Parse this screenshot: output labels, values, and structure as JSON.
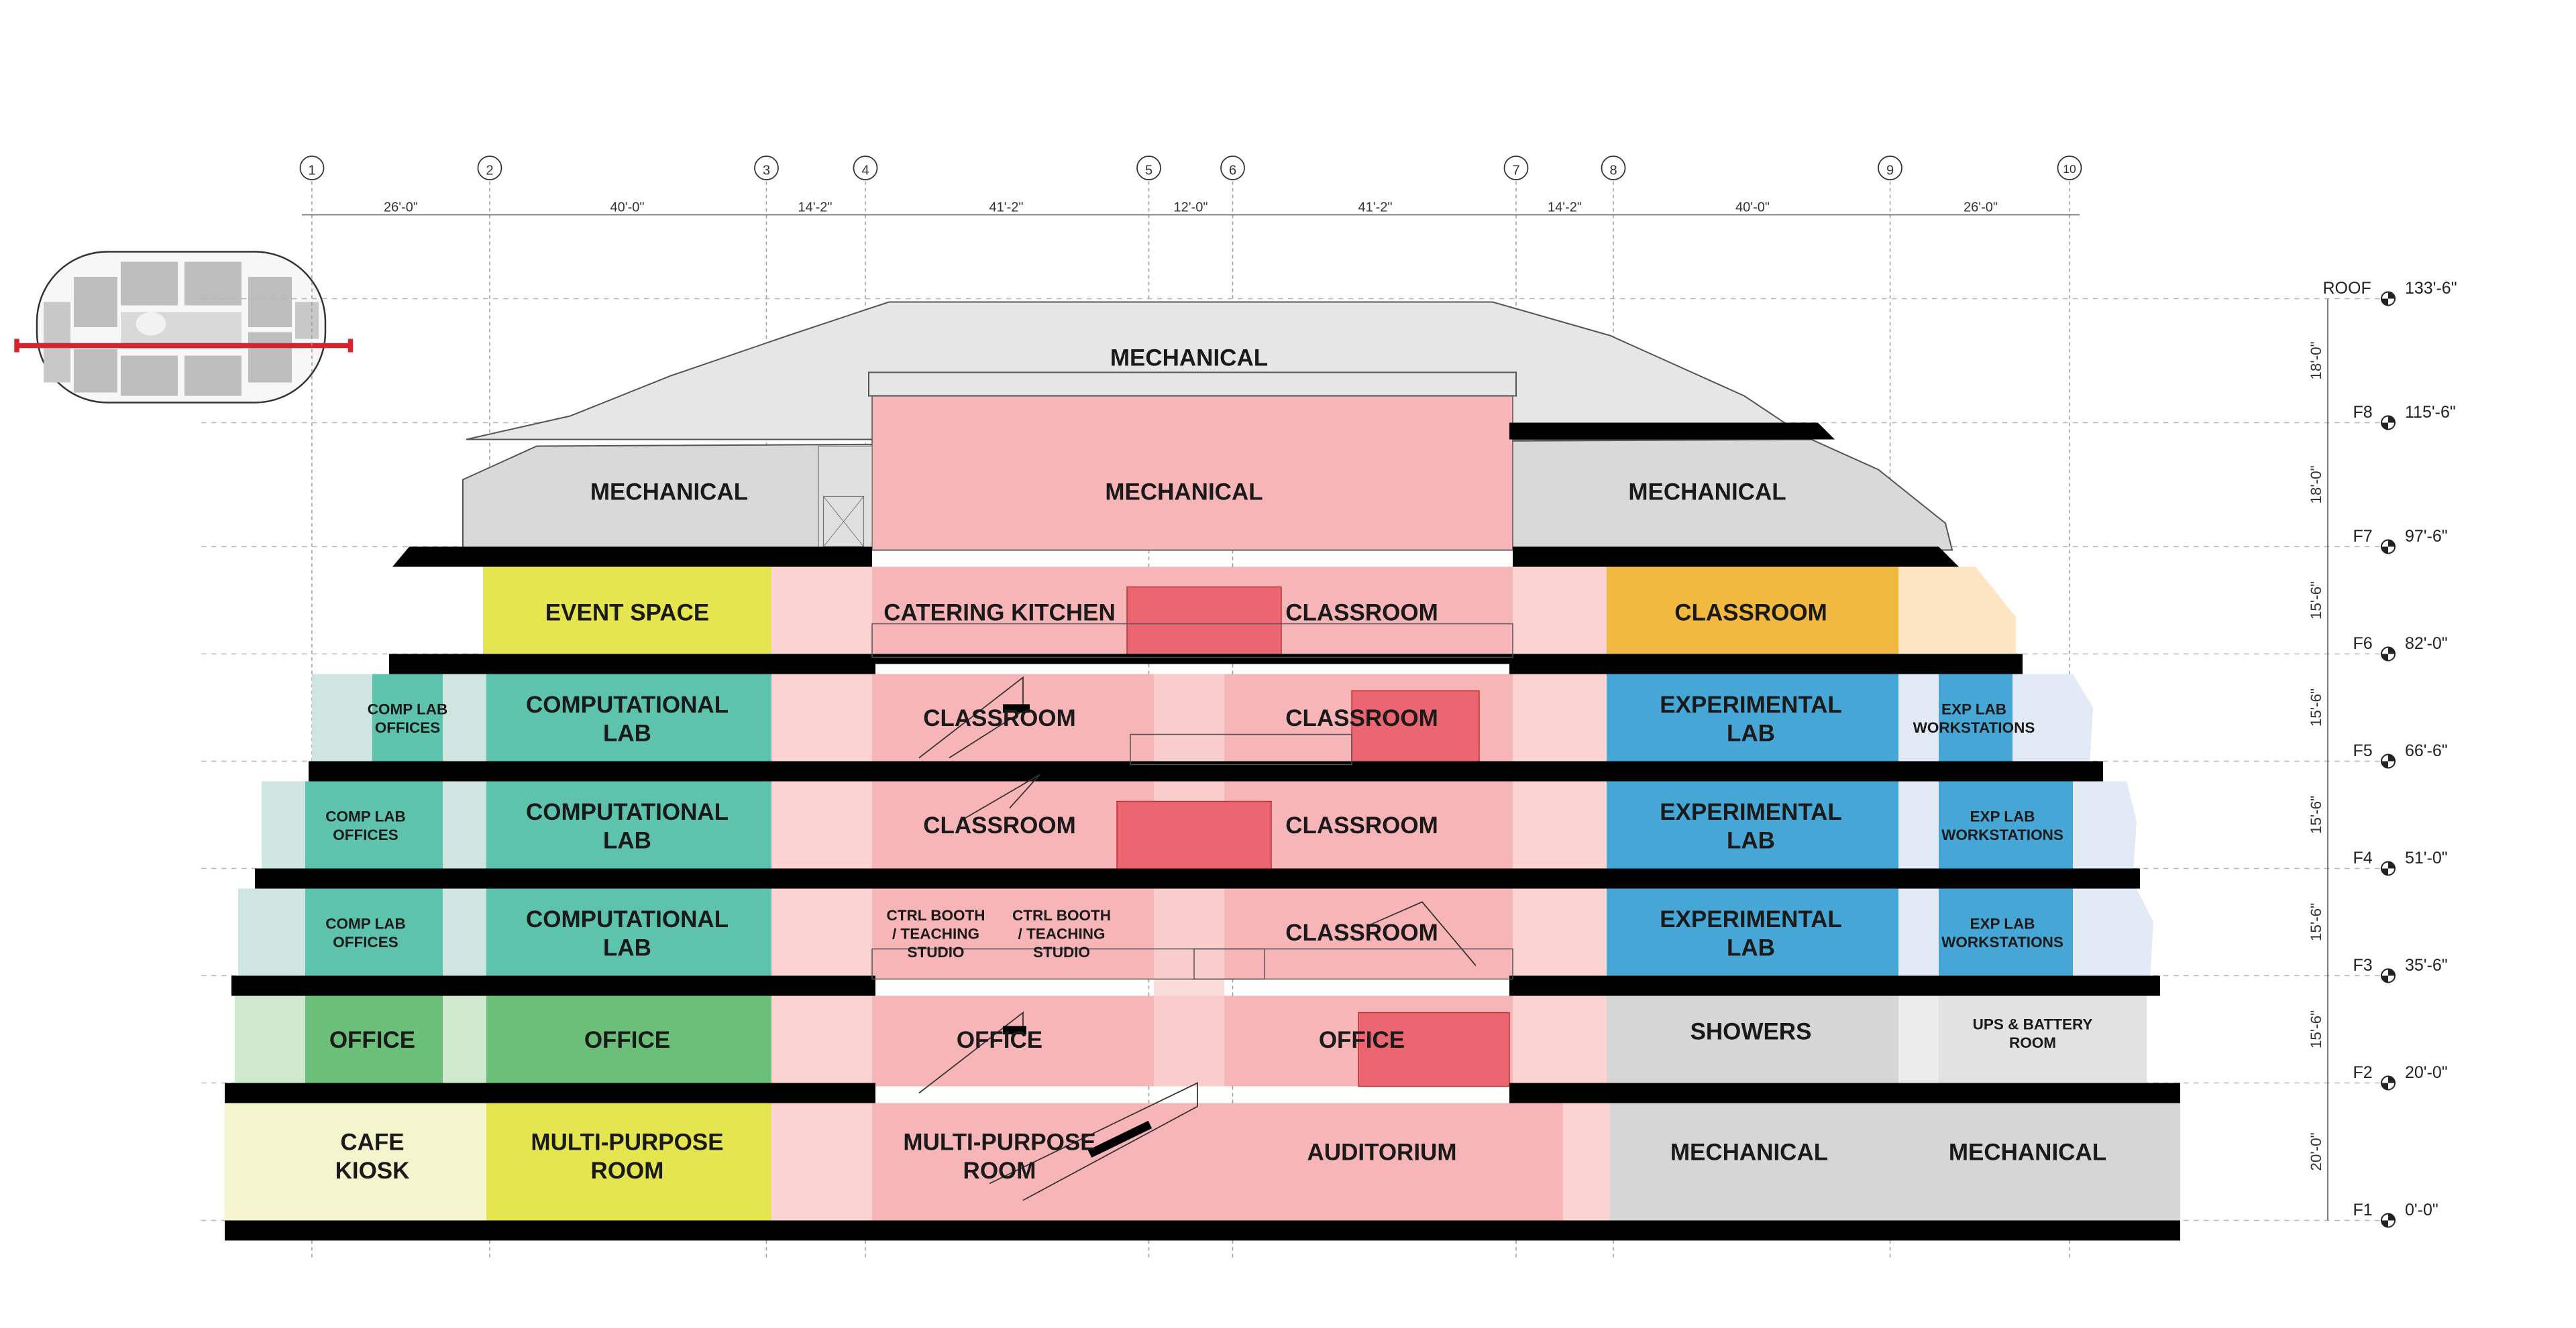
{
  "grid": {
    "labels": [
      "1",
      "2",
      "3",
      "4",
      "5",
      "6",
      "7",
      "8",
      "9",
      "10"
    ],
    "spacings": [
      "26'-0\"",
      "40'-0\"",
      "14'-2\"",
      "41'-2\"",
      "12'-0\"",
      "41'-2\"",
      "14'-2\"",
      "40'-0\"",
      "26'-0\""
    ]
  },
  "levels": [
    {
      "name": "ROOF",
      "elev": "133'-6\""
    },
    {
      "name": "F8",
      "elev": "115'-6\""
    },
    {
      "name": "F7",
      "elev": "97'-6\""
    },
    {
      "name": "F6",
      "elev": "82'-0\""
    },
    {
      "name": "F5",
      "elev": "66'-6\""
    },
    {
      "name": "F4",
      "elev": "51'-0\""
    },
    {
      "name": "F3",
      "elev": "35'-6\""
    },
    {
      "name": "F2",
      "elev": "20'-0\""
    },
    {
      "name": "F1",
      "elev": "0'-0\""
    }
  ],
  "floor_heights": [
    "18'-0\"",
    "18'-0\"",
    "15'-6\"",
    "15'-6\"",
    "15'-6\"",
    "15'-6\"",
    "15'-6\"",
    "20'-0\""
  ],
  "spaces": {
    "roof_mech": "MECHANICAL",
    "f7_mech_left": "MECHANICAL",
    "f7_mech_center": "MECHANICAL",
    "f7_mech_right": "MECHANICAL",
    "event_space": "EVENT SPACE",
    "catering_kitchen": "CATERING KITCHEN",
    "f6_classroom_center": "CLASSROOM",
    "f6_classroom_right": "CLASSROOM",
    "f5_comp_lab_offices": [
      "COMP LAB",
      "OFFICES"
    ],
    "f5_comp_lab": [
      "COMPUTATIONAL",
      "LAB"
    ],
    "f5_classroom_a": "CLASSROOM",
    "f5_classroom_b": "CLASSROOM",
    "f5_exp_lab": [
      "EXPERIMENTAL",
      "LAB"
    ],
    "f5_exp_workstations": [
      "EXP LAB",
      "WORKSTATIONS"
    ],
    "f4_comp_lab_offices": [
      "COMP LAB",
      "OFFICES"
    ],
    "f4_comp_lab": [
      "COMPUTATIONAL",
      "LAB"
    ],
    "f4_classroom_a": "CLASSROOM",
    "f4_classroom_b": "CLASSROOM",
    "f4_exp_lab": [
      "EXPERIMENTAL",
      "LAB"
    ],
    "f4_exp_workstations": [
      "EXP LAB",
      "WORKSTATIONS"
    ],
    "f3_comp_lab_offices": [
      "COMP LAB",
      "OFFICES"
    ],
    "f3_comp_lab": [
      "COMPUTATIONAL",
      "LAB"
    ],
    "f3_ctrl_booth_a": [
      "CTRL BOOTH",
      "/ TEACHING",
      "STUDIO"
    ],
    "f3_ctrl_booth_b": [
      "CTRL BOOTH",
      "/ TEACHING",
      "STUDIO"
    ],
    "f3_classroom": "CLASSROOM",
    "f3_exp_lab": [
      "EXPERIMENTAL",
      "LAB"
    ],
    "f3_exp_workstations": [
      "EXP LAB",
      "WORKSTATIONS"
    ],
    "f2_office_a": "OFFICE",
    "f2_office_b": "OFFICE",
    "f2_office_c": "OFFICE",
    "f2_office_d": "OFFICE",
    "showers": "SHOWERS",
    "ups_battery": [
      "UPS & BATTERY",
      "ROOM"
    ],
    "cafe_kiosk": [
      "CAFE",
      "KIOSK"
    ],
    "f1_multipurpose_a": [
      "MULTI-PURPOSE",
      "ROOM"
    ],
    "f1_multipurpose_b": [
      "MULTI-PURPOSE",
      "ROOM"
    ],
    "auditorium": "AUDITORIUM",
    "f1_mech_a": "MECHANICAL",
    "f1_mech_b": "MECHANICAL"
  },
  "colors": {
    "pink": "#f7b5b7",
    "pink_light": "#fad3d2",
    "pink_dark": "#ec6671",
    "teal": "#5ec3ad",
    "teal_light": "#cfe5df",
    "blue": "#46a7d6",
    "blue_light": "#e2eaf6",
    "yellow": "#e5e64f",
    "yellow_light": "#f4f5cd",
    "green": "#6cbf78",
    "green_light": "#cfe9cf",
    "orange": "#f2b941",
    "orange_light": "#fde5c3",
    "gray": "#d6d6d6",
    "slab": "#000000",
    "section_cut": "#d7232e"
  }
}
